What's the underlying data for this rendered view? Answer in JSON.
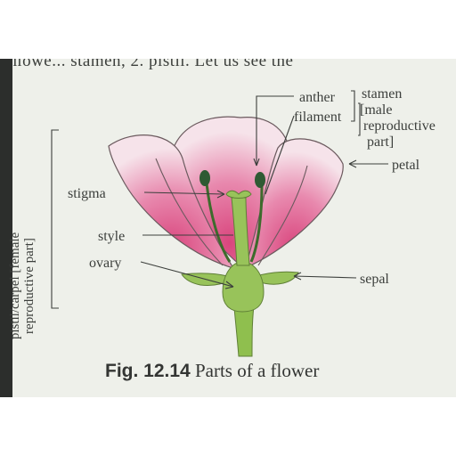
{
  "top_text": "ﬂowe... stamen, 2. pistil. Let us see the",
  "labels": {
    "anther": "anther",
    "filament": "filament",
    "stamen": "stamen",
    "male1": "[male",
    "male2": "reproductive",
    "male3": "part]",
    "petal": "petal",
    "stigma": "stigma",
    "style": "style",
    "ovary": "ovary",
    "sepal": "sepal",
    "pistil1": "pistil/carpel [female",
    "pistil2": "reproductive part]"
  },
  "caption": {
    "fig": "Fig. 12.14",
    "text": "Parts of a flower"
  },
  "colors": {
    "petal_pink": "#e27aa2",
    "petal_light": "#f4dbe5",
    "stem_green": "#8fbf4e",
    "anther_dark": "#2f5a33",
    "text": "#3c3f3c"
  }
}
